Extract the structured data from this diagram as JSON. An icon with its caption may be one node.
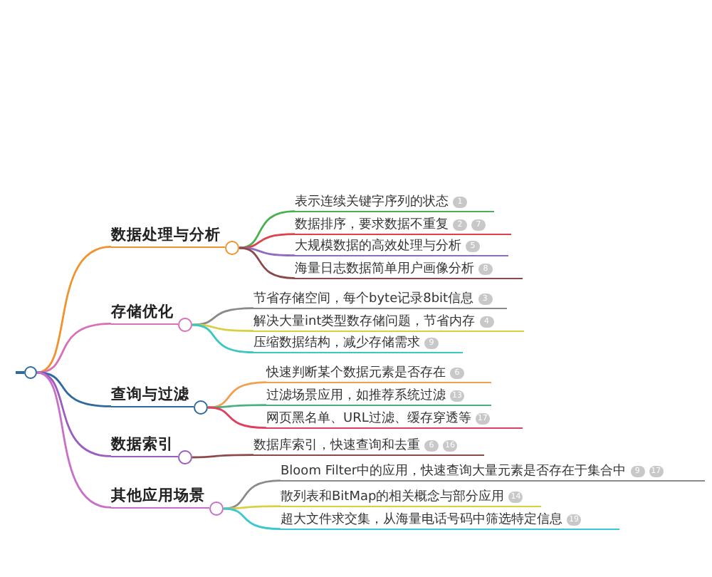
{
  "diagram": {
    "nodes": [
      {
        "text": [],
        "shape": "circle"
      },
      {
        "text": [
          "数据处理与分析"
        ]
      },
      {
        "text": [
          "表示连续关键字序列的状态",
          "1"
        ]
      },
      {
        "text": [
          "数据排序，要求数据不重复",
          "2",
          "7"
        ]
      },
      {
        "text": [
          "大规模数据的高效处理与分析",
          "5"
        ]
      },
      {
        "text": [
          "海量日志数据简单用户画像分析",
          "8"
        ]
      },
      {
        "text": [
          "存储优化"
        ]
      },
      {
        "text": [
          "节省存储空间，每个byte记录8bit信息",
          "3"
        ]
      },
      {
        "text": [
          "解决大量int类型数存储问题，节省内存",
          "4"
        ]
      },
      {
        "text": [
          "压缩数据结构，减少存储需求",
          "9"
        ]
      },
      {
        "text": [
          "查询与过滤"
        ]
      },
      {
        "text": [
          "快速判断某个数据元素是否存在",
          "6"
        ]
      },
      {
        "text": [
          "过滤场景应用，如推荐系统过滤",
          "13"
        ]
      },
      {
        "text": [
          "网页黑名单、URL过滤、缓存穿透等",
          "17"
        ]
      },
      {
        "text": [
          "数据索引"
        ]
      },
      {
        "text": [
          "数据库索引，快速查询和去重",
          "6",
          "16"
        ]
      },
      {
        "text": [
          "其他应用场景"
        ]
      },
      {
        "text": [
          "Bloom Filter中的应用，快速查询大量元素是否存在于集合中",
          "9",
          "17"
        ]
      },
      {
        "text": [
          "散列表和BitMap的相关概念与部分应用",
          "14"
        ]
      },
      {
        "text": [
          "超大文件求交集，从海量电话号码中筛选特定信息",
          "19"
        ]
      }
    ],
    "edges": [
      {
        "from": 0,
        "to": 1,
        "arrow": "none",
        "color": "#f0922e"
      },
      {
        "from": 1,
        "to": 2,
        "arrow": "none",
        "color": "#4caf50"
      },
      {
        "from": 1,
        "to": 3,
        "arrow": "none",
        "color": "#e0404a"
      },
      {
        "from": 1,
        "to": 4,
        "arrow": "none",
        "color": "#8e6cc0"
      },
      {
        "from": 1,
        "to": 5,
        "arrow": "none",
        "color": "#8a4a4a"
      },
      {
        "from": 0,
        "to": 6,
        "arrow": "none",
        "color": "#d870b8"
      },
      {
        "from": 6,
        "to": 7,
        "arrow": "none",
        "color": "#8a8a8a"
      },
      {
        "from": 6,
        "to": 8,
        "arrow": "none",
        "color": "#d8d040"
      },
      {
        "from": 6,
        "to": 9,
        "arrow": "none",
        "color": "#3cc8c0"
      },
      {
        "from": 0,
        "to": 10,
        "arrow": "none",
        "color": "#2e6a9e"
      },
      {
        "from": 10,
        "to": 11,
        "arrow": "none",
        "color": "#f0a050"
      },
      {
        "from": 10,
        "to": 12,
        "arrow": "none",
        "color": "#4caf80"
      },
      {
        "from": 10,
        "to": 13,
        "arrow": "none",
        "color": "#e04060"
      },
      {
        "from": 0,
        "to": 14,
        "arrow": "none",
        "color": "#9a5cc0"
      },
      {
        "from": 14,
        "to": 15,
        "arrow": "none",
        "color": "#8a4a4a"
      },
      {
        "from": 0,
        "to": 16,
        "arrow": "none",
        "color": "#c870c8"
      },
      {
        "from": 16,
        "to": 17,
        "arrow": "none",
        "color": "#8a8a8a"
      },
      {
        "from": 16,
        "to": 18,
        "arrow": "none",
        "color": "#d8d040"
      },
      {
        "from": 16,
        "to": 19,
        "arrow": "none",
        "color": "#3cc8d0"
      }
    ]
  }
}
